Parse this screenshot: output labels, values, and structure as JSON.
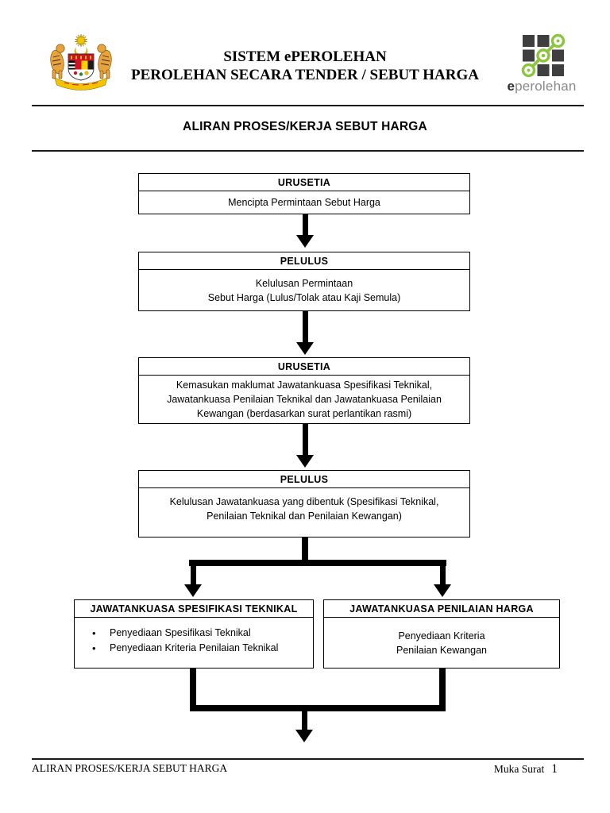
{
  "header": {
    "title_line1": "SISTEM ePEROLEHAN",
    "title_line2": "PEROLEHAN SECARA TENDER / SEBUT HARGA",
    "eperolehan_logo": {
      "text_bold": "e",
      "text_rest": "perolehan"
    }
  },
  "section_title": "ALIRAN PROSES/KERJA SEBUT HARGA",
  "flowchart": {
    "boxes": [
      {
        "header": "URUSETIA",
        "body": "Mencipta Permintaan Sebut Harga"
      },
      {
        "header": "PELULUS",
        "body": "Kelulusan Permintaan\nSebut Harga (Lulus/Tolak atau Kaji Semula)"
      },
      {
        "header": "URUSETIA",
        "body": "Kemasukan maklumat Jawatankuasa Spesifikasi Teknikal,\nJawatankuasa Penilaian Teknikal dan Jawatankuasa Penilaian\nKewangan (berdasarkan surat perlantikan rasmi)"
      },
      {
        "header": "PELULUS",
        "body": "Kelulusan Jawatankuasa yang dibentuk (Spesifikasi Teknikal,\nPenilaian Teknikal dan Penilaian Kewangan)"
      },
      {
        "header": "JAWATANKUASA SPESIFIKASI TEKNIKAL",
        "bullets": [
          "Penyediaan Spesifikasi Teknikal",
          "Penyediaan Kriteria Penilaian Teknikal"
        ]
      },
      {
        "header": "JAWATANKUASA PENILAIAN HARGA",
        "body": "Penyediaan Kriteria\nPenilaian Kewangan"
      }
    ]
  },
  "footer": {
    "left_text": "ALIRAN PROSES/KERJA SEBUT HARGA",
    "right_label": "Muka Surat",
    "page_number": "1"
  },
  "colors": {
    "accent_green": "#8CC63E",
    "logo_dark": "#3F3F3F",
    "logo_text_gray": "#8a8a8a",
    "crest_yellow": "#F5C400",
    "crest_red": "#CE1126",
    "line_black": "#000000"
  }
}
